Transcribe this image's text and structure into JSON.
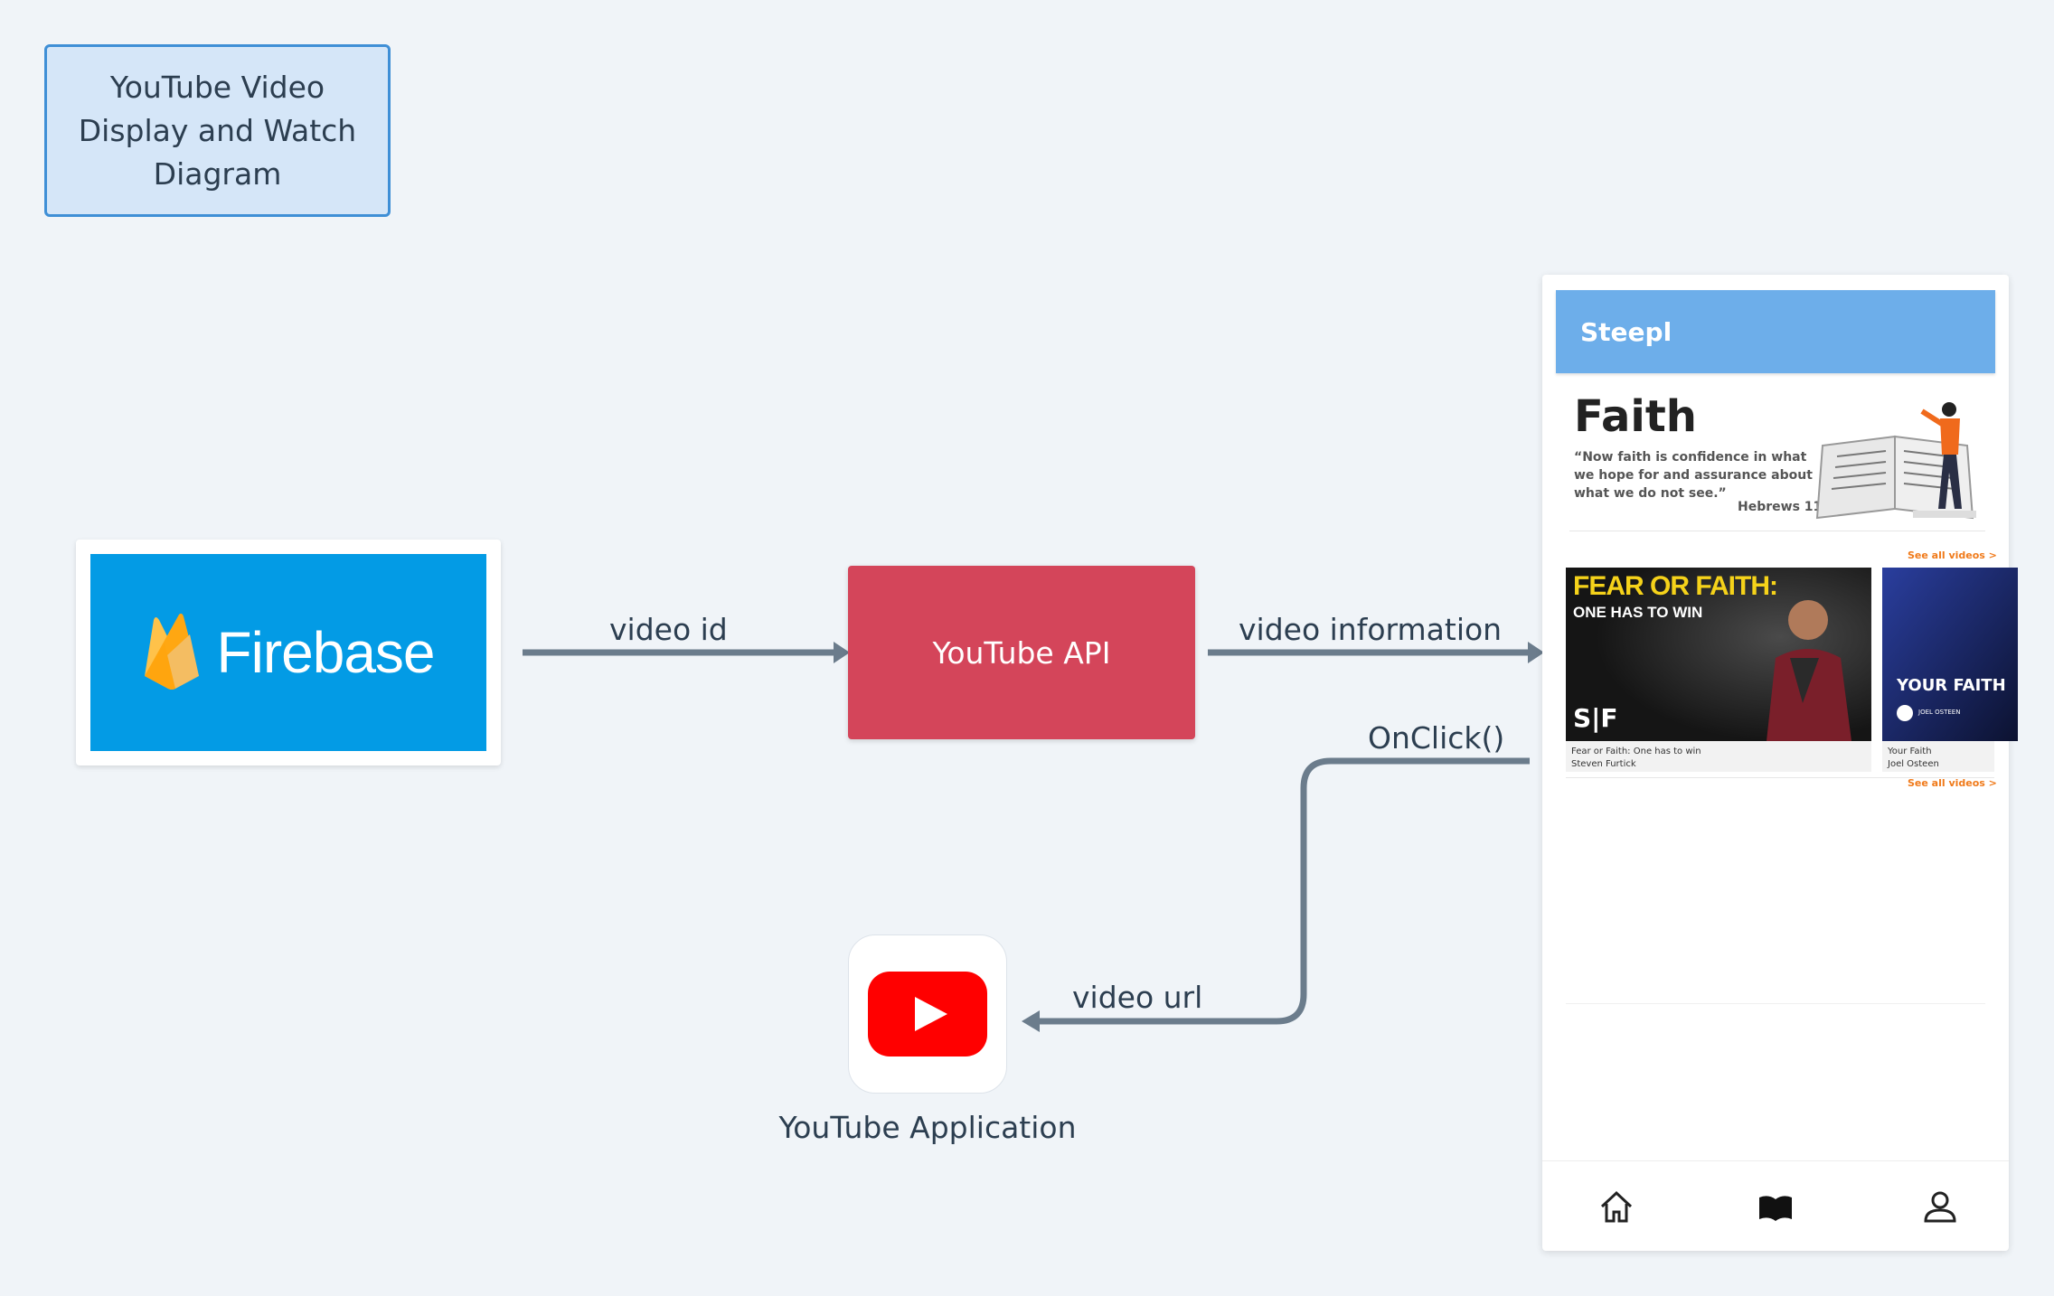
{
  "title_box": {
    "text": "YouTube Video Display and Watch Diagram"
  },
  "nodes": {
    "firebase": {
      "label": "Firebase",
      "color": "#039be5"
    },
    "youtube_api": {
      "label": "YouTube API",
      "color": "#d4455a"
    },
    "youtube_app": {
      "caption": "YouTube Application",
      "icon": "youtube-play-icon"
    }
  },
  "edges": [
    {
      "from": "firebase",
      "to": "youtube_api",
      "label": "video id"
    },
    {
      "from": "youtube_api",
      "to": "steepl_app",
      "label": "video information"
    },
    {
      "from": "steepl_app",
      "to": "youtube_app",
      "label": "OnClick()"
    },
    {
      "from": "steepl_app",
      "to": "youtube_app",
      "label": "video url"
    }
  ],
  "edge_color": "#6b7c8c",
  "steepl_app": {
    "app_title": "Steepl",
    "banner": {
      "heading": "Faith",
      "quote": "“Now faith is confidence in what we hope for and assurance about what we do not see.”",
      "reference": "Hebrews 11:1"
    },
    "see_all_top": "See all videos >",
    "see_all_bottom": "See all videos >",
    "videos": [
      {
        "thumb_line1": "FEAR OR FAITH:",
        "thumb_line2": "ONE HAS TO WIN",
        "thumb_logo": "S|F",
        "title": "Fear or Faith: One has to win",
        "author": "Steven Furtick"
      },
      {
        "thumb_line1": "YOUR FAITH",
        "thumb_logo": "JOEL OSTEEN",
        "title": "Your Faith",
        "author": "Joel Osteen"
      }
    ],
    "nav": [
      "home-icon",
      "book-icon",
      "profile-icon"
    ]
  }
}
